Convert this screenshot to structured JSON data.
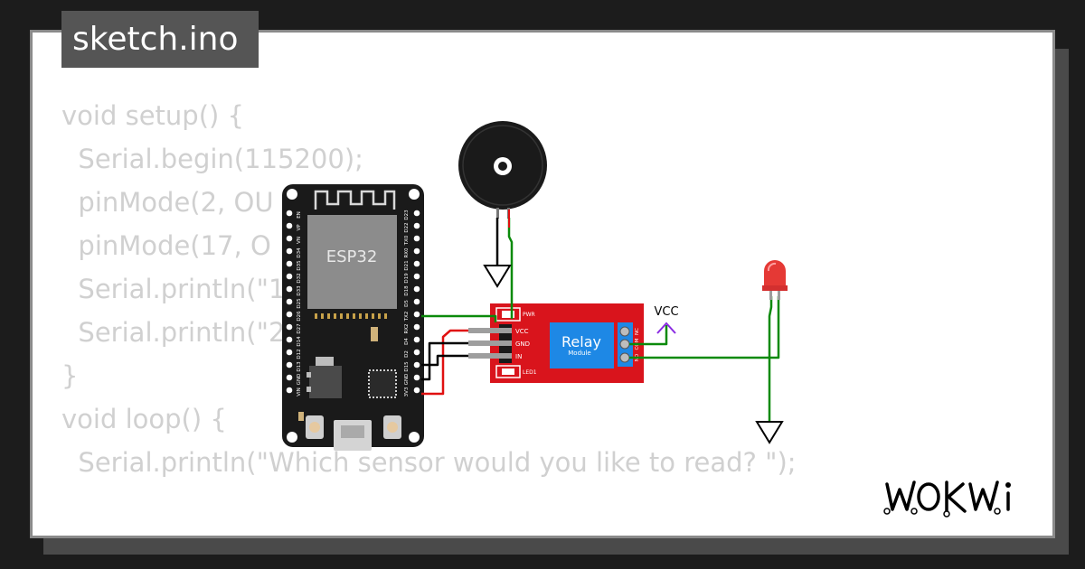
{
  "window": {
    "filename": "sketch.ino"
  },
  "code_lines": [
    "void setup() {",
    "  Serial.begin(115200);",
    "  pinMode(2, OU",
    "  pinMode(17, O",
    "  Serial.println(\"1",
    "  Serial.println(\"2",
    "}",
    "",
    "void loop() {",
    "  Serial.println(\"Which sensor would you like to read? \");"
  ],
  "circuit": {
    "esp32": {
      "chip_label": "ESP32",
      "left_pins": [
        "EN",
        "VP",
        "VN",
        "D34",
        "D35",
        "D32",
        "D33",
        "D25",
        "D26",
        "D27",
        "D14",
        "D12",
        "D13",
        "GND",
        "VIN"
      ],
      "right_pins": [
        "D23",
        "D22",
        "TX0",
        "RX0",
        "D21",
        "D19",
        "D18",
        "D5",
        "TX2",
        "RX2",
        "D4",
        "D2",
        "D15",
        "GND",
        "3V3"
      ]
    },
    "relay": {
      "title": "Relay",
      "subtitle": "Module",
      "pin_labels": [
        "VCC",
        "GND",
        "IN"
      ],
      "pwr_label": "PWR",
      "led_label": "LED1",
      "contact_labels": [
        "NC",
        "COM",
        "NO"
      ]
    },
    "vcc_label": "VCC"
  },
  "brand": {
    "logo_text": "WOKWi"
  },
  "colors": {
    "board": "#1a1a1a",
    "relay_board": "#d9141c",
    "relay_block": "#1e88e5",
    "wire_green": "#0a8a0a",
    "wire_red": "#e01010",
    "wire_black": "#000000",
    "vcc_purple": "#8a2be2",
    "led_red": "#e53935",
    "code_text": "#d0d0d0"
  }
}
